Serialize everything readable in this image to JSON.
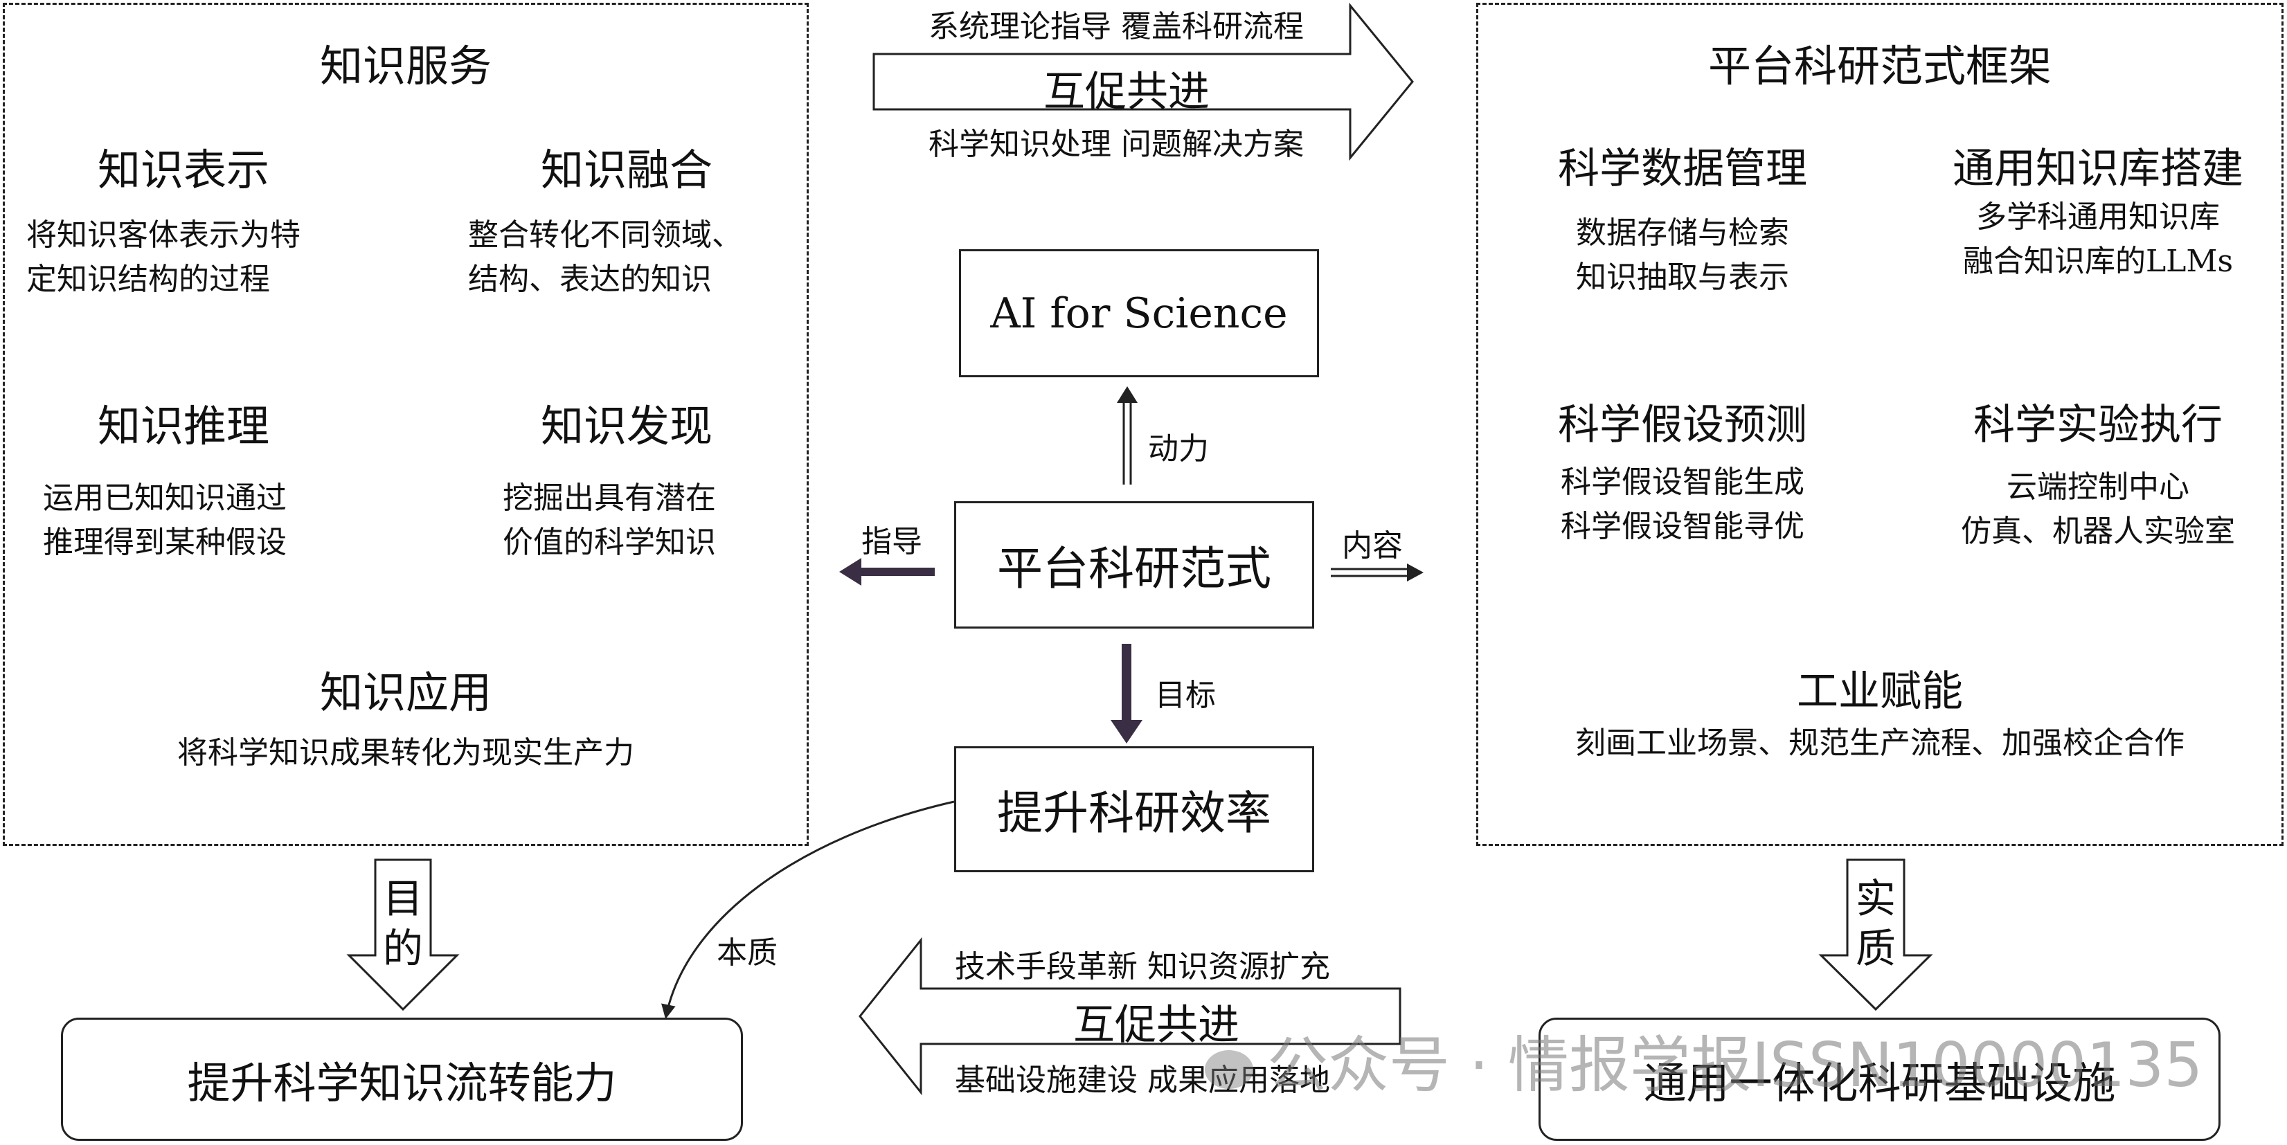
{
  "left_panel": {
    "title": "知识服务",
    "items": [
      {
        "title": "知识表示",
        "lines": [
          "将知识客体表示为特",
          "定知识结构的过程"
        ]
      },
      {
        "title": "知识融合",
        "lines": [
          "整合转化不同领域、",
          "结构、表达的知识"
        ]
      },
      {
        "title": "知识推理",
        "lines": [
          "运用已知知识通过",
          "推理得到某种假设"
        ]
      },
      {
        "title": "知识发现",
        "lines": [
          "挖掘出具有潜在",
          "价值的科学知识"
        ]
      },
      {
        "title": "知识应用",
        "lines": [
          "将科学知识成果转化为现实生产力"
        ]
      }
    ]
  },
  "right_panel": {
    "title": "平台科研范式框架",
    "items": [
      {
        "title": "科学数据管理",
        "lines": [
          "数据存储与检索",
          "知识抽取与表示"
        ]
      },
      {
        "title": "通用知识库搭建",
        "lines": [
          "多学科通用知识库",
          "融合知识库的LLMs"
        ]
      },
      {
        "title": "科学假设预测",
        "lines": [
          "科学假设智能生成",
          "科学假设智能寻优"
        ]
      },
      {
        "title": "科学实验执行",
        "lines": [
          "云端控制中心",
          "仿真、机器人实验室"
        ]
      },
      {
        "title": "工业赋能",
        "lines": [
          "刻画工业场景、规范生产流程、加强校企合作"
        ]
      }
    ]
  },
  "top_arrow": {
    "above": "系统理论指导  覆盖科研流程",
    "inside": "互促共进",
    "below": "科学知识处理  问题解决方案"
  },
  "bottom_arrow": {
    "above": "技术手段革新  知识资源扩充",
    "inside": "互促共进",
    "below": "基础设施建设  成果应用落地"
  },
  "center": {
    "ai_box": "AI for Science",
    "platform_box": "平台科研范式",
    "efficiency_box": "提升科研效率",
    "label_power": "动力",
    "label_guide": "指导",
    "label_content": "内容",
    "label_goal": "目标",
    "label_essence": "本质"
  },
  "bottom_left": {
    "arrow_label": [
      "目",
      "的"
    ],
    "box": "提升科学知识流转能力"
  },
  "bottom_right": {
    "arrow_label": [
      "实",
      "质"
    ],
    "box": "通用一体化科研基础设施"
  },
  "watermark": "公众号 · 情报学报ISSN10000135"
}
